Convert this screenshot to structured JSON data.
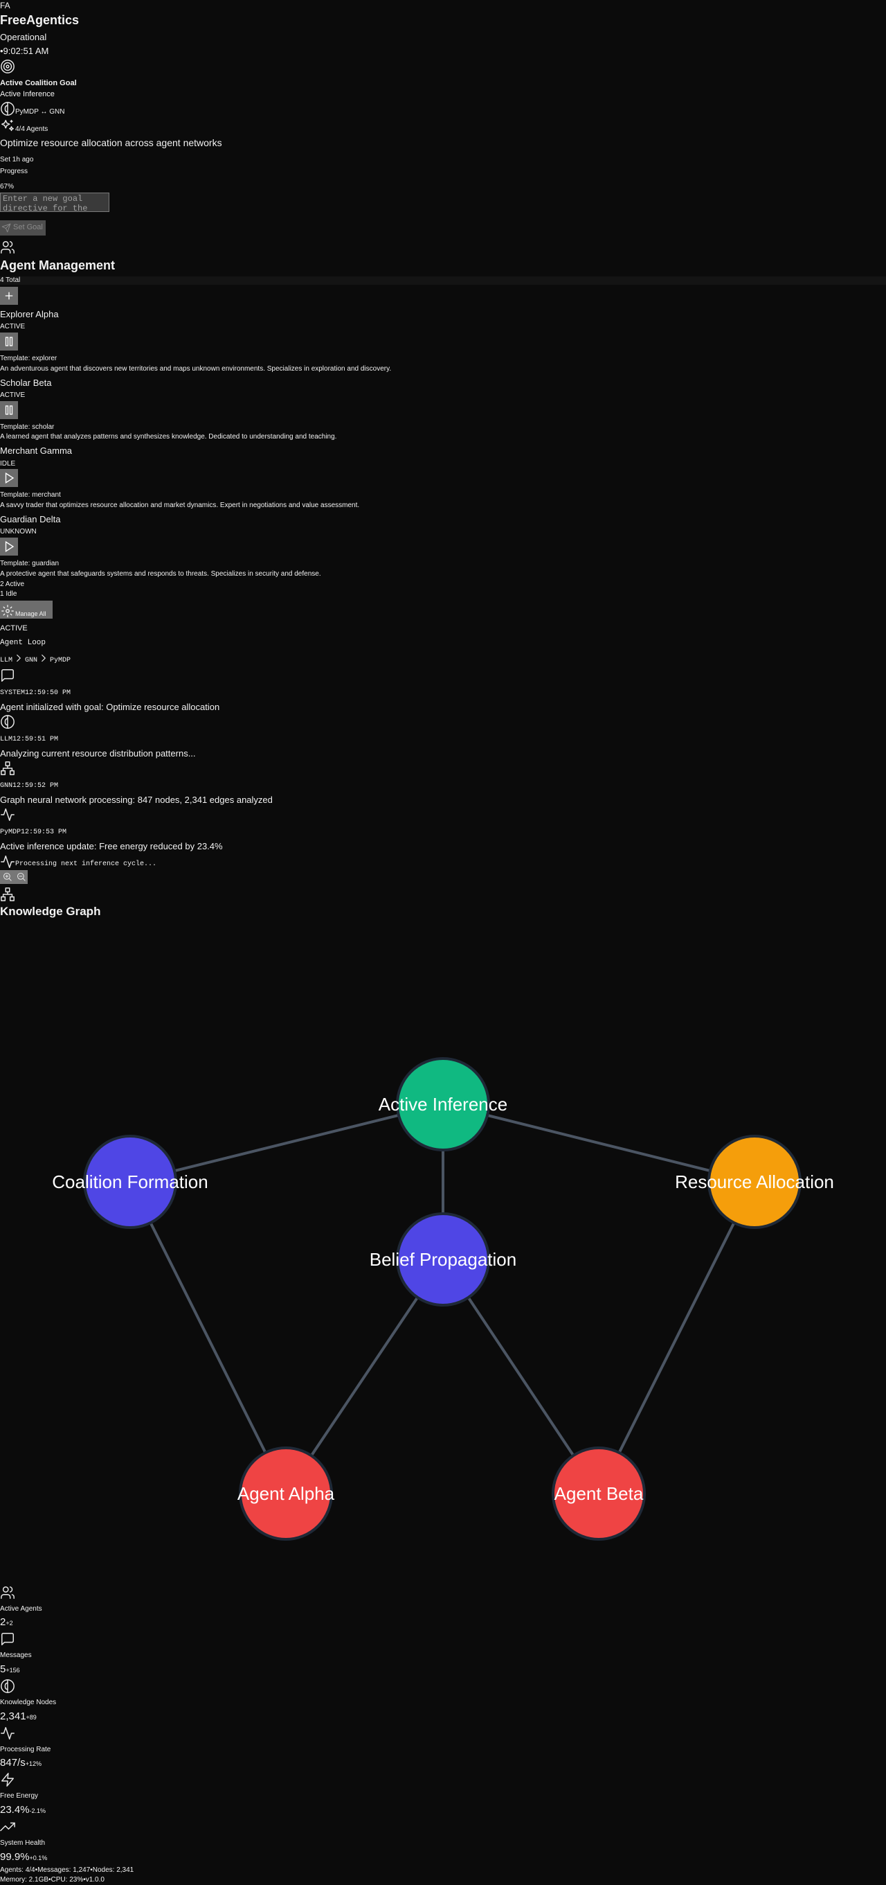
{
  "header": {
    "logo_text": "FA",
    "app_title": "FreeAgentics",
    "status": "Operational",
    "clock": "•9:02:51 AM"
  },
  "goal": {
    "section_label": "Active Coalition Goal",
    "mode": "Active Inference",
    "engines": "PyMDP ↔ GNN",
    "agents_count": "4/4 Agents",
    "text": "Optimize resource allocation across agent networks",
    "set_time": "Set 1h ago",
    "progress_label": "Progress",
    "progress_value": "67%",
    "progress_fraction": 0.67,
    "input_placeholder": "Enter a new goal directive for the agents...",
    "set_goal_label": "Set Goal"
  },
  "agent_mgmt": {
    "title": "Agent Management",
    "total": "4 Total",
    "agents": [
      {
        "name": "Explorer Alpha",
        "status": "ACTIVE",
        "action": "pause",
        "template": "Template: explorer",
        "desc": "An adventurous agent that discovers new territories and maps unknown environments. Specializes in exploration and discovery."
      },
      {
        "name": "Scholar Beta",
        "status": "ACTIVE",
        "action": "pause",
        "template": "Template: scholar",
        "desc": "A learned agent that analyzes patterns and synthesizes knowledge. Dedicated to understanding and teaching."
      },
      {
        "name": "Merchant Gamma",
        "status": "IDLE",
        "action": "play",
        "template": "Template: merchant",
        "desc": "A savvy trader that optimizes resource allocation and market dynamics. Expert in negotiations and value assessment."
      },
      {
        "name": "Guardian Delta",
        "status": "UNKNOWN",
        "action": "play",
        "template": "Template: guardian",
        "desc": "A protective agent that safeguards systems and responds to threats. Specializes in security and defense."
      }
    ],
    "active_count": "2 Active",
    "idle_count": "1 Idle",
    "manage_all_label": "Manage All"
  },
  "loop": {
    "status": "ACTIVE",
    "title": "Agent Loop",
    "pipeline": [
      "LLM",
      "GNN",
      "PyMDP"
    ],
    "messages": [
      {
        "source": "SYSTEM",
        "time": "12:59:50 PM",
        "text": "Agent initialized with goal: Optimize resource allocation",
        "icon": "message-icon"
      },
      {
        "source": "LLM",
        "time": "12:59:51 PM",
        "text": "Analyzing current resource distribution patterns...",
        "icon": "brain-icon"
      },
      {
        "source": "GNN",
        "time": "12:59:52 PM",
        "text": "Graph neural network processing: 847 nodes, 2,341 edges analyzed",
        "icon": "network-icon"
      },
      {
        "source": "PyMDP",
        "time": "12:59:53 PM",
        "text": "Active inference update: Free energy reduced by 23.4%",
        "icon": "activity-icon"
      }
    ],
    "processing_text": "Processing next inference cycle..."
  },
  "graph": {
    "title": "Knowledge Graph",
    "nodes": [
      {
        "id": "ai",
        "label": "Active Inference",
        "color": "#10b981"
      },
      {
        "id": "cf",
        "label": "Coalition Formation",
        "color": "#4f46e5"
      },
      {
        "id": "ra",
        "label": "Resource Allocation",
        "color": "#f59e0b"
      },
      {
        "id": "bp",
        "label": "Belief Propagation",
        "color": "#4f46e5"
      },
      {
        "id": "aa",
        "label": "Agent Alpha",
        "color": "#ef4444"
      },
      {
        "id": "ab",
        "label": "Agent Beta",
        "color": "#ef4444"
      }
    ],
    "edges": [
      [
        "ai",
        "cf"
      ],
      [
        "ai",
        "ra"
      ],
      [
        "ai",
        "bp"
      ],
      [
        "cf",
        "aa"
      ],
      [
        "bp",
        "aa"
      ],
      [
        "bp",
        "ab"
      ],
      [
        "ra",
        "ab"
      ]
    ],
    "edge_color": "#4b5563",
    "node_stroke": "#1f2937"
  },
  "metrics": [
    {
      "label": "Active Agents",
      "value": "2",
      "delta": "+2",
      "icon": "users-icon"
    },
    {
      "label": "Messages",
      "value": "5",
      "delta": "+156",
      "icon": "message-icon"
    },
    {
      "label": "Knowledge Nodes",
      "value": "2,341",
      "delta": "+89",
      "icon": "brain-icon"
    },
    {
      "label": "Processing Rate",
      "value": "847/s",
      "delta": "+12%",
      "icon": "activity-icon"
    },
    {
      "label": "Free Energy",
      "value": "23.4%",
      "delta": "-2.1%",
      "icon": "zap-icon"
    },
    {
      "label": "System Health",
      "value": "99.9%",
      "delta": "+0.1%",
      "icon": "trending-up-icon"
    }
  ],
  "footer": {
    "line1": "Agents: 4/4•Messages: 1,247•Nodes: 2,341",
    "line2": "Memory: 2.1GB•CPU: 23%•v1.0.0"
  }
}
